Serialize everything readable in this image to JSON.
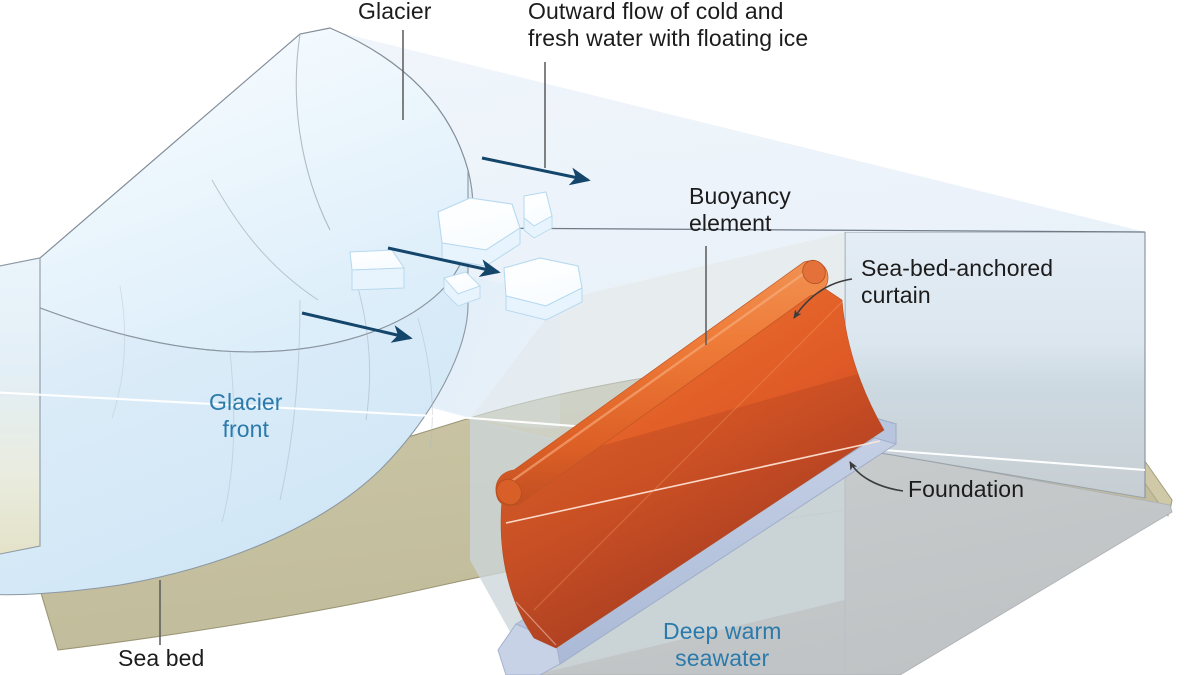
{
  "diagram": {
    "title": "Sea-bed-anchored curtain in front of a glacier",
    "type": "cutaway-block-diagram",
    "background_color": "#ffffff"
  },
  "labels": {
    "glacier": "Glacier",
    "outflow": "Outward flow of cold and\nfresh water with floating ice",
    "buoyancy": "Buoyancy\nelement",
    "curtain": "Sea-bed-anchored\ncurtain",
    "foundation": "Foundation",
    "glacier_front": "Glacier\nfront",
    "deep_warm": "Deep warm\nseawater",
    "sea_bed": "Sea bed"
  },
  "colors": {
    "label_text": "#1c1c1c",
    "label_blue": "#2b7aab",
    "arrow_navy": "#14456b",
    "leader_line": "#58595b",
    "glacier_ice": "#eaf4fc",
    "glacier_ice_light": "#fdfeff",
    "glacier_outline": "#7d8894",
    "surface_water": "#eaf2fa",
    "cold_fresh_water": "#bcdcf3",
    "deep_warm_water": "#ccd6dc",
    "sea_bed_tan": "#cbc5a3",
    "sea_bed_gray": "#c3c6c8",
    "curtain_orange": "#e8652a",
    "curtain_orange_dark": "#b24226",
    "curtain_top_tube": "#ef7a3d",
    "foundation_blue": "#c2cde2",
    "waterline_white": "#ffffff"
  },
  "elements": [
    {
      "id": "glacier-body",
      "name": "Glacier",
      "description": "Pale blue ice mass at upper left with crevasse lines"
    },
    {
      "id": "glacier-front",
      "name": "Glacier front",
      "description": "Calving face of the glacier meeting the fjord water"
    },
    {
      "id": "outflow-arrows",
      "name": "Outward flow arrows",
      "count": 3,
      "direction": "left-to-right",
      "color": "#14456b"
    },
    {
      "id": "floating-ice",
      "name": "Floating ice fragments",
      "count": 6
    },
    {
      "id": "curtain",
      "name": "Sea-bed-anchored curtain",
      "description": "Orange curved flexible sheet spanning the fjord"
    },
    {
      "id": "buoyancy-element",
      "name": "Buoyancy element",
      "description": "Rounded tube along the top edge of the curtain"
    },
    {
      "id": "foundation",
      "name": "Foundation",
      "description": "Pale blue plinth anchoring the curtain to the sea bed"
    },
    {
      "id": "deep-warm-water",
      "name": "Deep warm seawater",
      "description": "Grey-blue water mass behind and below the curtain"
    },
    {
      "id": "sea-bed",
      "name": "Sea bed",
      "description": "Khaki sediment layer forming the fjord floor"
    }
  ],
  "water_layers": [
    {
      "name": "Outward flow of cold and fresh water with floating ice",
      "position": "surface",
      "color": "#bcdcf3"
    },
    {
      "name": "Deep warm seawater",
      "position": "deep",
      "color": "#ccd6dc"
    }
  ]
}
